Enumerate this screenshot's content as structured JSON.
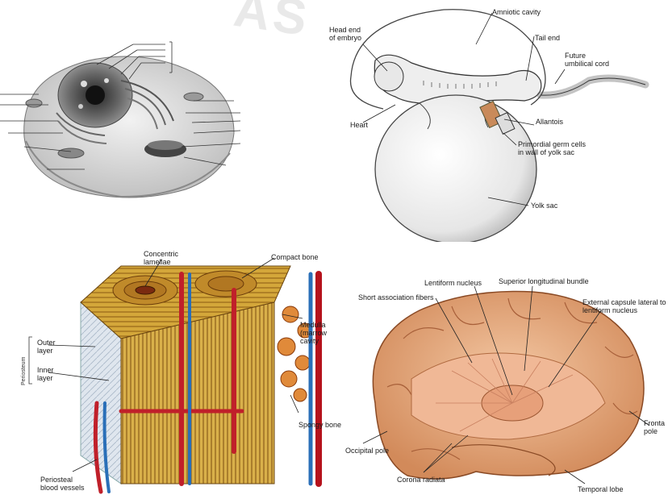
{
  "watermark": "AS",
  "embryo": {
    "labels": {
      "amniotic_cavity": "Amniotic cavity",
      "head_end": "Head end\nof embryo",
      "tail_end": "Tail end",
      "future_cord": "Future\numbilical cord",
      "heart": "Heart",
      "allantois": "Allantois",
      "germ_cells": "Primordial germ cells\nin wall of yolk sac",
      "yolk_sac": "Yolk sac"
    }
  },
  "bone": {
    "labels": {
      "concentric_lamellae": "Concentric\nlamellae",
      "compact_bone": "Compact bone",
      "medullary_cavity": "Medulla\n(marrow\ncavity",
      "outer_layer": "Outer\nlayer",
      "inner_layer": "Inner\nlayer",
      "periosteum": "Periosteum",
      "spongy_bone": "Spongy bone",
      "periosteal_vessels": "Periosteal\nblood vessels"
    }
  },
  "brain": {
    "labels": {
      "short_association": "Short association fibers",
      "lentiform": "Lentiform nucleus",
      "superior_longitudinal": "Superior longitudinal bundle",
      "external_capsule": "External capsule lateral to\nlentiform nucleus",
      "frontal_pole": "Fronta\npole",
      "occipital_pole": "Occipital pole",
      "corona_radiata": "Corona radiata",
      "temporal_lobe": "Temporal lobe"
    }
  }
}
